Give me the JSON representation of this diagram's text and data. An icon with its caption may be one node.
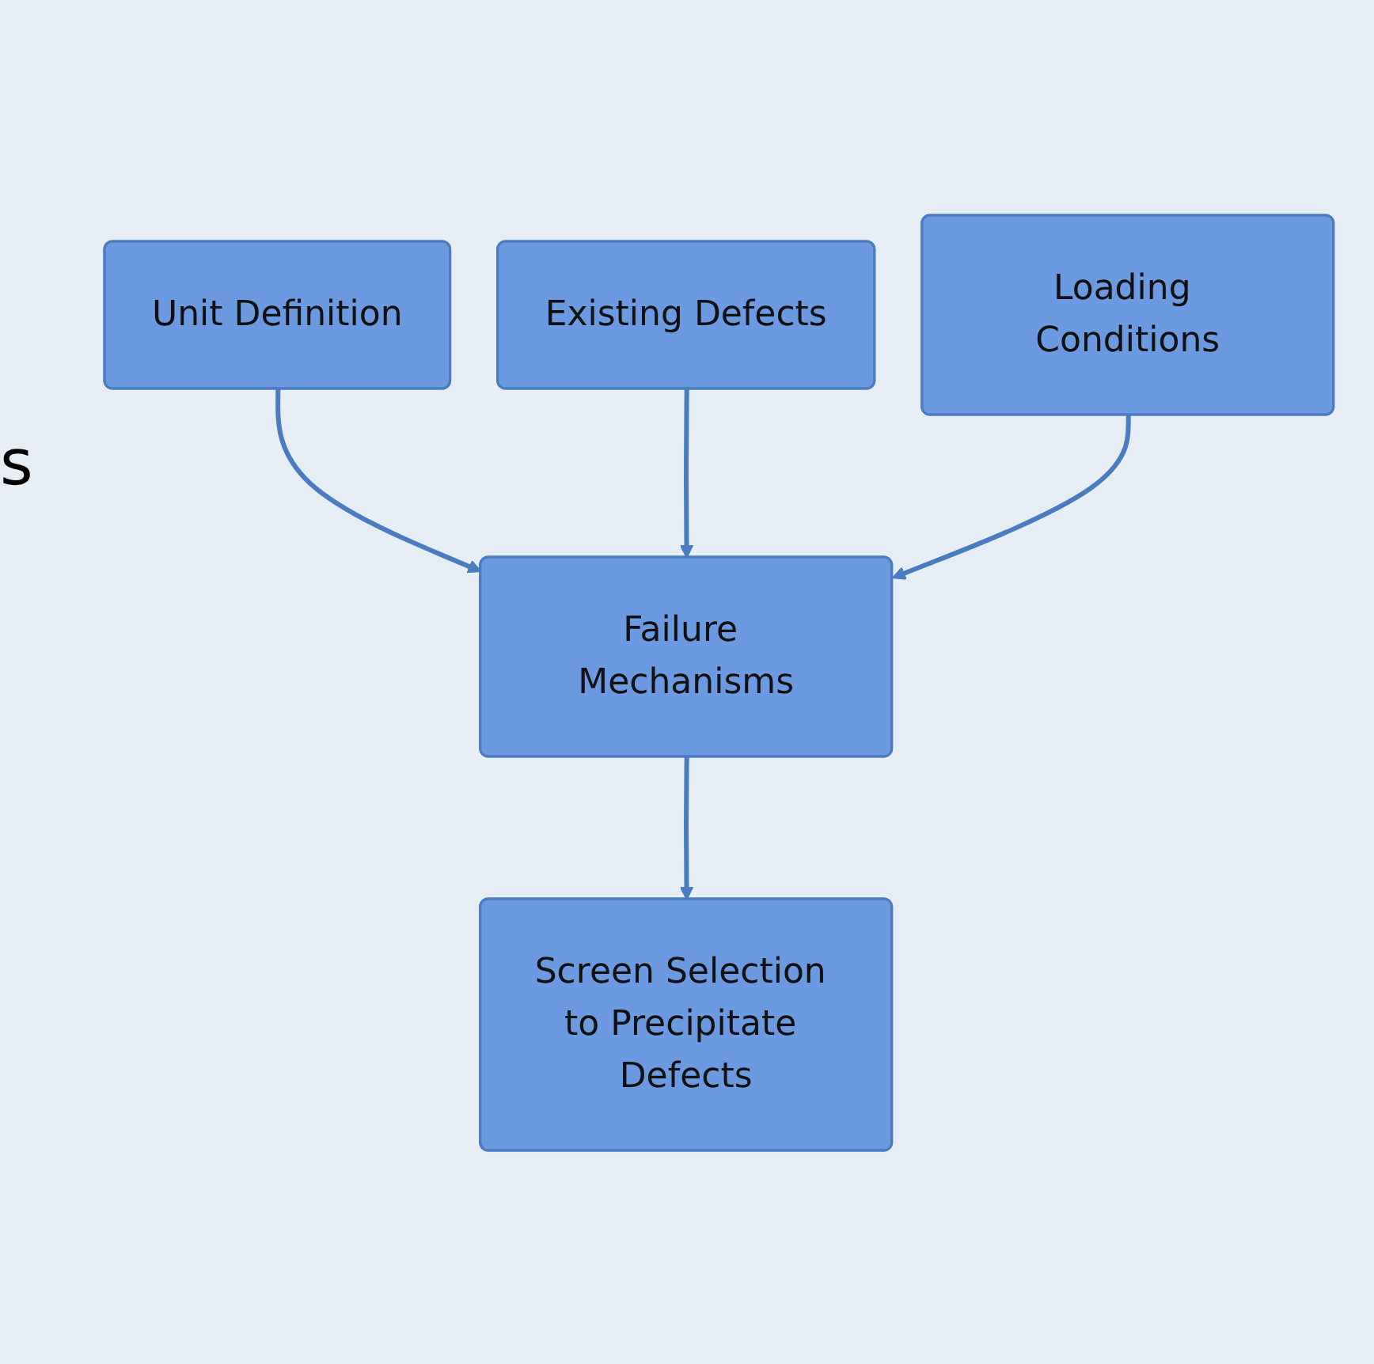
{
  "diagram": {
    "nodes": [
      {
        "text": [
          "Unit Definition"
        ]
      },
      {
        "text": [
          "Existing Defects"
        ]
      },
      {
        "text": [
          "Loading Conditions"
        ]
      },
      {
        "text": [
          "Failure Mechanisms"
        ]
      },
      {
        "text": [
          "Screen Selection to Precipitate Defects"
        ]
      }
    ],
    "edges": [
      {
        "from": 0,
        "to": 3,
        "arrow": "to"
      },
      {
        "from": 1,
        "to": 3,
        "arrow": "to"
      },
      {
        "from": 2,
        "to": 3,
        "arrow": "to"
      },
      {
        "from": 3,
        "to": 4,
        "arrow": "to"
      }
    ],
    "labels": [
      "s"
    ]
  }
}
